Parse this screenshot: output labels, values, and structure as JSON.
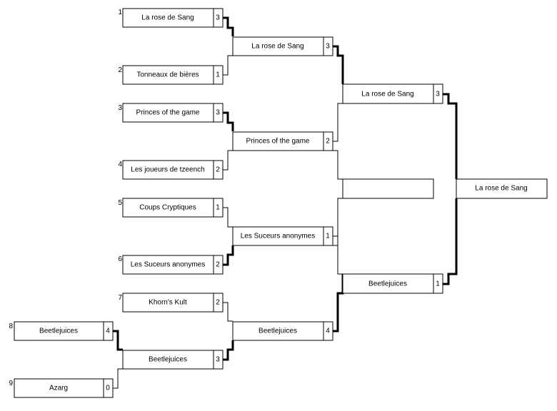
{
  "seeds": [
    "1",
    "2",
    "3",
    "4",
    "5",
    "6",
    "7",
    "8",
    "9"
  ],
  "matches": {
    "r0": [
      {
        "top": {
          "team": "Beetlejuices",
          "score": "4"
        },
        "bottom": {
          "team": "Azarg",
          "score": "0"
        }
      }
    ],
    "r1": [
      {
        "top": {
          "team": "La rose de Sang",
          "score": "3"
        },
        "bottom": {
          "team": "Tonneaux de bières",
          "score": "1"
        }
      },
      {
        "top": {
          "team": "Princes of the game",
          "score": "3"
        },
        "bottom": {
          "team": "Les joueurs de tzeench",
          "score": "2"
        }
      },
      {
        "top": {
          "team": "Coups Cryptiques",
          "score": "1"
        },
        "bottom": {
          "team": "Les Suceurs anonymes",
          "score": "2"
        }
      },
      {
        "top": {
          "team": "Khorn's Kult",
          "score": "2"
        },
        "bottom": {
          "team": "Beetlejuices",
          "score": "3"
        }
      }
    ],
    "r2": [
      {
        "top": {
          "team": "La rose de Sang",
          "score": "3"
        },
        "bottom": {
          "team": "Princes of the game",
          "score": "2"
        }
      },
      {
        "top": {
          "team": "Les Suceurs anonymes",
          "score": "1"
        },
        "bottom": {
          "team": "Beetlejuices",
          "score": "4"
        }
      }
    ],
    "r3": [
      {
        "top": {
          "team": "La rose de Sang",
          "score": "3"
        },
        "bottom": {
          "team": "Beetlejuices",
          "score": "1"
        }
      }
    ],
    "r3_extra": {
      "team": "",
      "score": ""
    },
    "final": {
      "team": "La rose de Sang"
    }
  }
}
